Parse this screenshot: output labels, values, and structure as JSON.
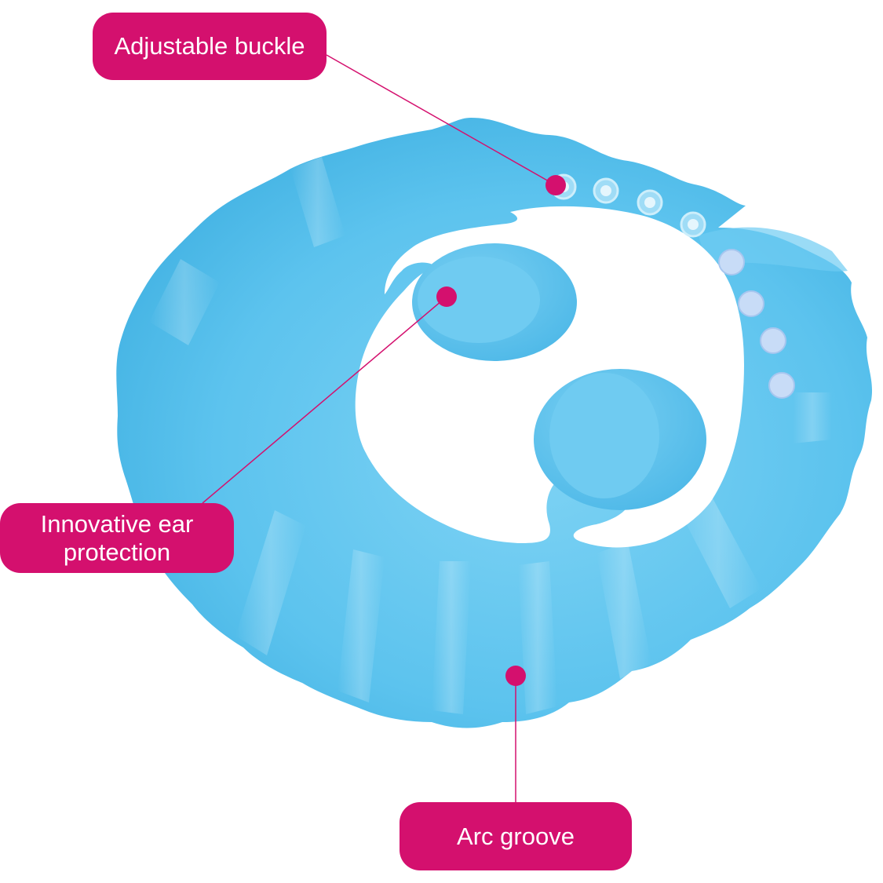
{
  "callouts": {
    "buckle": {
      "text": "Adjustable buckle"
    },
    "ear": {
      "line1": "Innovative ear",
      "line2": "protection"
    },
    "arc": {
      "text": "Arc groove"
    }
  },
  "colors": {
    "accent": "#d4106e",
    "cap_main": "#62c6ef",
    "cap_light": "#8fd7f5",
    "cap_dark": "#3eaee0",
    "background": "#ffffff"
  },
  "icons": {
    "product": "baby-shower-cap",
    "pointer": "magenta-dot"
  }
}
